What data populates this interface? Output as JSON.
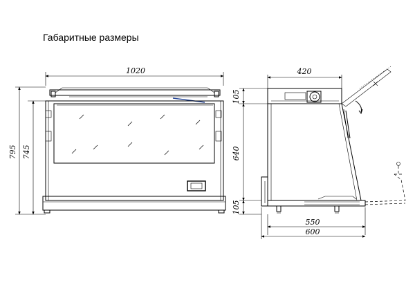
{
  "title": "Габаритные размеры",
  "dimensions": {
    "front_width": "1020",
    "front_height_total": "795",
    "front_height_body": "745",
    "side_depth_top": "420",
    "side_height_top": "105",
    "side_height_mid": "640",
    "side_height_bottom": "105",
    "side_depth_base": "550",
    "side_depth_total": "600"
  }
}
